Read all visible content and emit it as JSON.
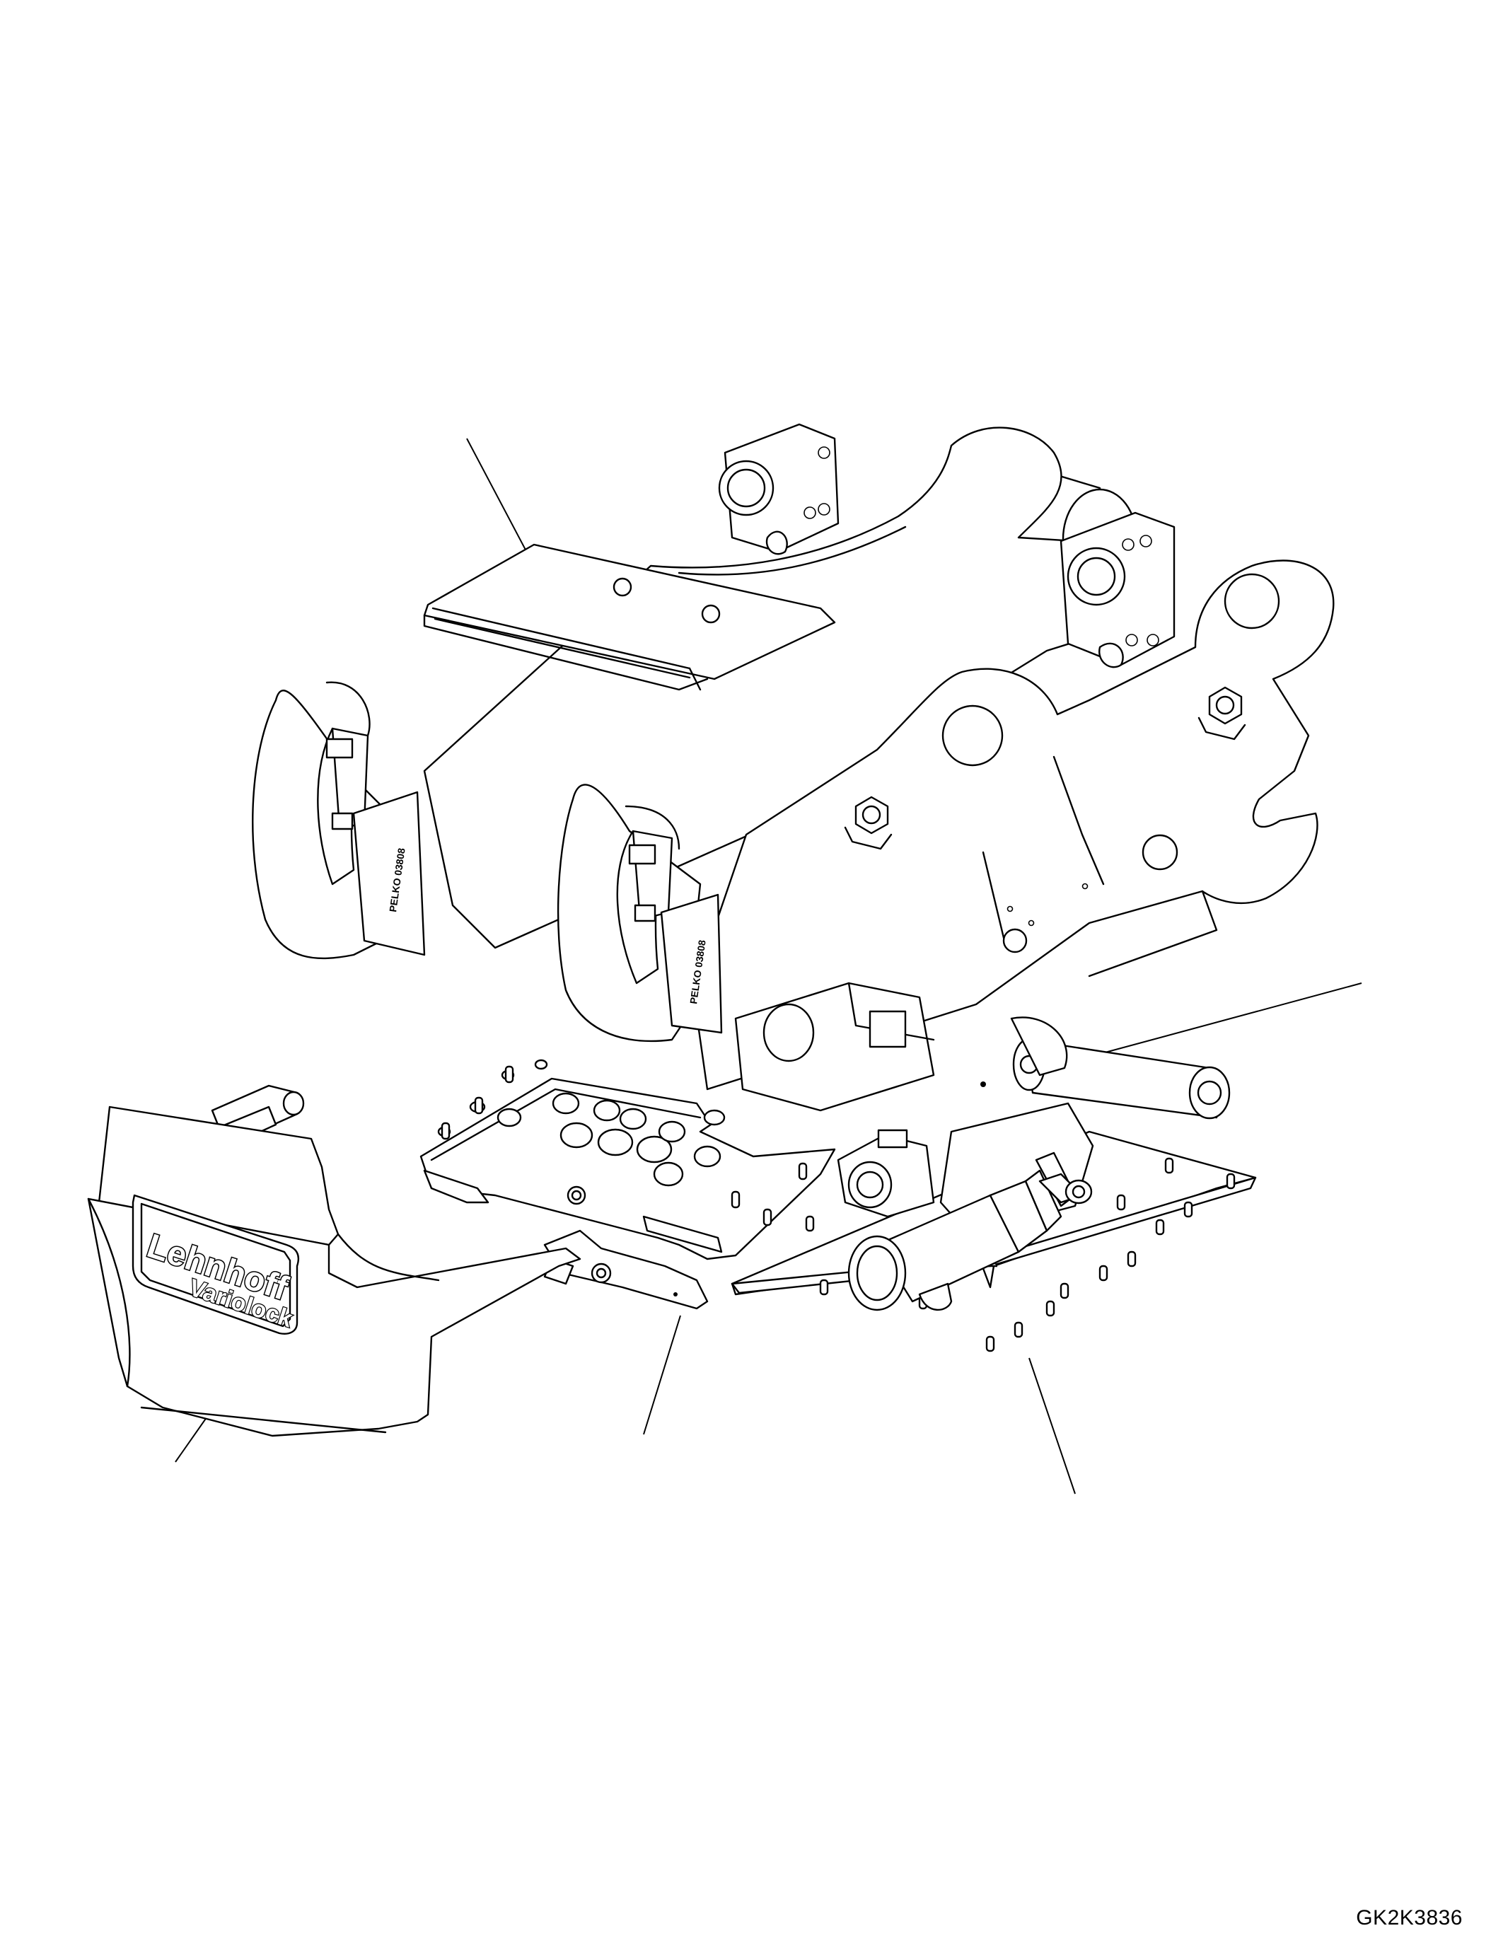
{
  "figure": {
    "logo_text_main": "Lehnhoff",
    "logo_text_sub": "Variolock",
    "hook_stamp": "PELKO 03808",
    "drawing_id": "GK2K3836"
  },
  "colors": {
    "line": "#000000",
    "background": "#ffffff"
  }
}
